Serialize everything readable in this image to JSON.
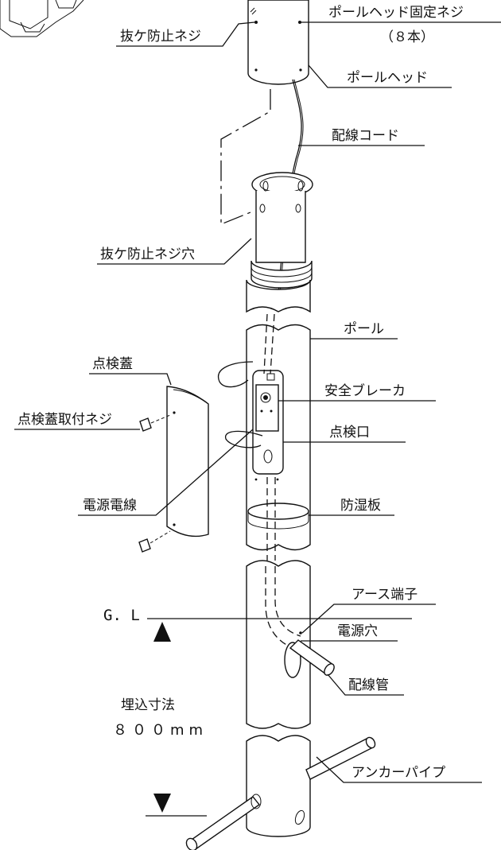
{
  "labels": {
    "nuke_boushi_neji": "抜ケ防止ネジ",
    "pole_head_kotei_neji": "ポールヘッド固定ネジ",
    "hon_count": "（８本）",
    "pole_head": "ポールヘッド",
    "haisen_cord": "配線コード",
    "nuke_boushi_neji_ana": "抜ケ防止ネジ穴",
    "pole": "ポール",
    "tenken_futa": "点検蓋",
    "anzen_breaker": "安全ブレーカ",
    "tenken_futa_toritsuke_neji": "点検蓋取付ネジ",
    "tenken_kou": "点検口",
    "dengen_densen": "電源電線",
    "boushitsu_ban": "防湿板",
    "earth_tanshi": "アース端子",
    "gl": "G. L",
    "dengen_ana": "電源穴",
    "haisen_kan": "配線管",
    "umekomi_sunpou": "埋込寸法",
    "umekomi_value": "８００mm",
    "anchor_pipe": "アンカーパイプ"
  }
}
